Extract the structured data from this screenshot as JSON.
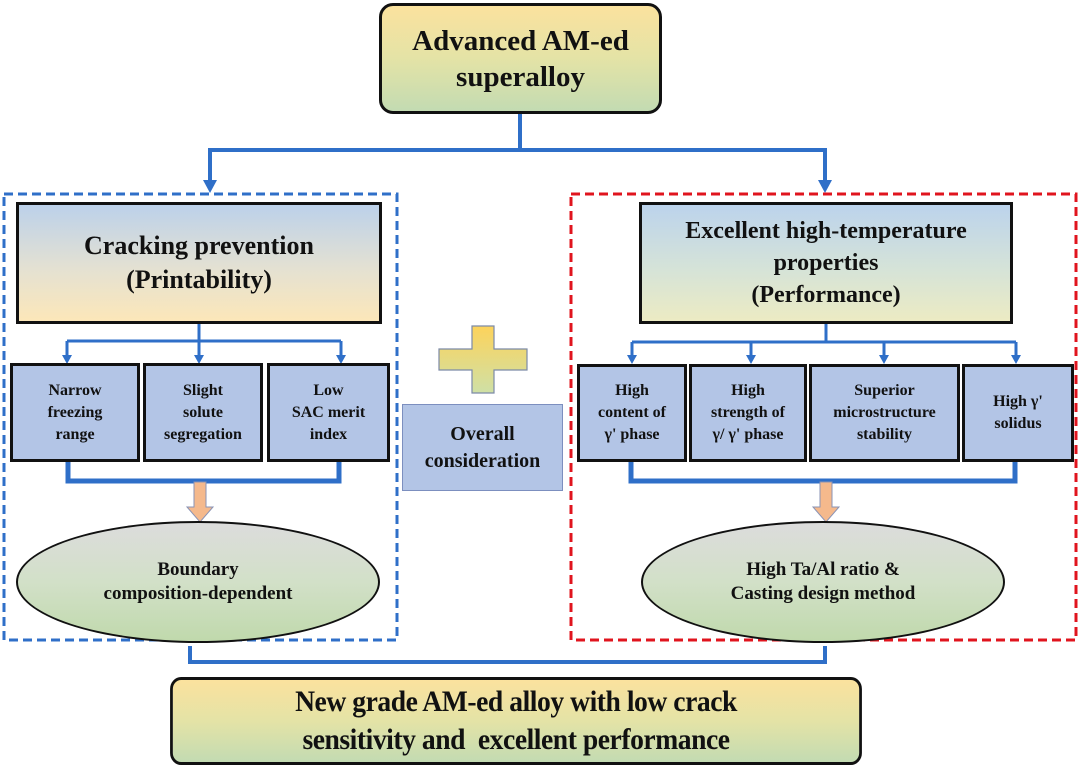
{
  "diagram": {
    "top": {
      "lines": [
        "Advanced AM-ed",
        "superalloy"
      ]
    },
    "left_group": {
      "title": {
        "lines": [
          "Cracking prevention",
          "(Printability)"
        ]
      },
      "factors": [
        {
          "lines": [
            "Narrow",
            "freezing",
            "range"
          ]
        },
        {
          "lines": [
            "Slight",
            "solute",
            "segregation"
          ]
        },
        {
          "lines": [
            "Low",
            "SAC merit",
            "index"
          ]
        }
      ],
      "result": {
        "lines": [
          "Boundary",
          "composition-dependent"
        ]
      },
      "border_color": "#2f6fc8"
    },
    "center": {
      "plus_icon": "plus-icon",
      "label": {
        "lines": [
          "Overall",
          "consideration"
        ]
      }
    },
    "right_group": {
      "title": {
        "lines": [
          "Excellent high-temperature",
          "properties",
          "(Performance)"
        ]
      },
      "factors": [
        {
          "lines": [
            "High",
            "content of",
            "γ' phase"
          ]
        },
        {
          "lines": [
            "High",
            "strength of",
            "γ/ γ' phase"
          ]
        },
        {
          "lines": [
            "Superior",
            "microstructure",
            "stability"
          ]
        },
        {
          "lines": [
            "High γ'",
            "solidus"
          ]
        }
      ],
      "result": {
        "lines": [
          "High Ta/Al ratio &",
          "Casting design method"
        ]
      },
      "border_color": "#e0141e"
    },
    "bottom": {
      "lines": [
        "New grade AM-ed alloy with low crack",
        "sensitivity and  excellent performance"
      ]
    },
    "colors": {
      "connector": "#2f6fc8",
      "down_arrow": "#f5b98c",
      "sub_box": "#b3c5e6"
    }
  }
}
